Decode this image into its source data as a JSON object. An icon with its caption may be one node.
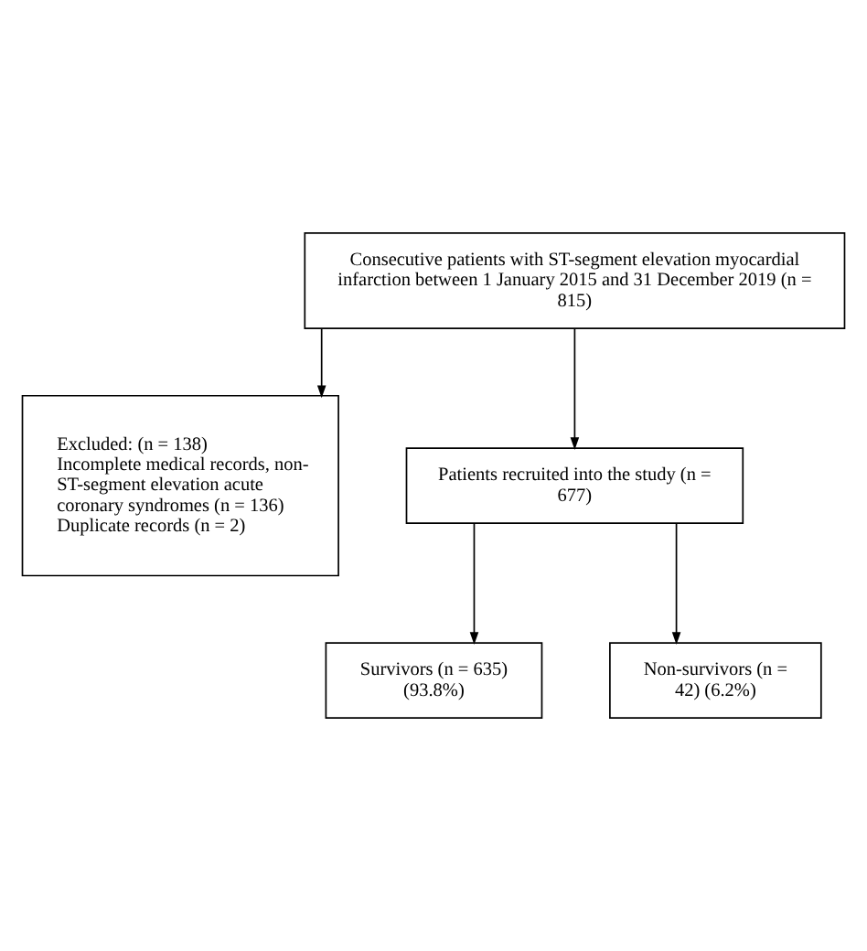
{
  "diagram": {
    "nodes": [
      {
        "text": [
          "Consecutive patients with ST-segment elevation myocardial infarction between 1 January 2015 and 31 December 2019 (n = 815)"
        ]
      },
      {
        "text": [
          "Excluded: (n = 138)",
          "Incomplete medical records, non-ST-segment elevation acute coronary syndromes (n = 136)",
          "Duplicate records (n = 2)"
        ]
      },
      {
        "text": [
          "Patients recruited into the study (n = 677)"
        ]
      },
      {
        "text": [
          "Survivors (n = 635) (93.8%)"
        ]
      },
      {
        "text": [
          "Non-survivors (n = 42) (6.2%)"
        ]
      }
    ],
    "edges": [
      {
        "from": 0,
        "to": 1,
        "arrow": "to"
      },
      {
        "from": 0,
        "to": 2,
        "arrow": "to"
      },
      {
        "from": 2,
        "to": 3,
        "arrow": "to"
      },
      {
        "from": 2,
        "to": 4,
        "arrow": "to"
      }
    ]
  }
}
